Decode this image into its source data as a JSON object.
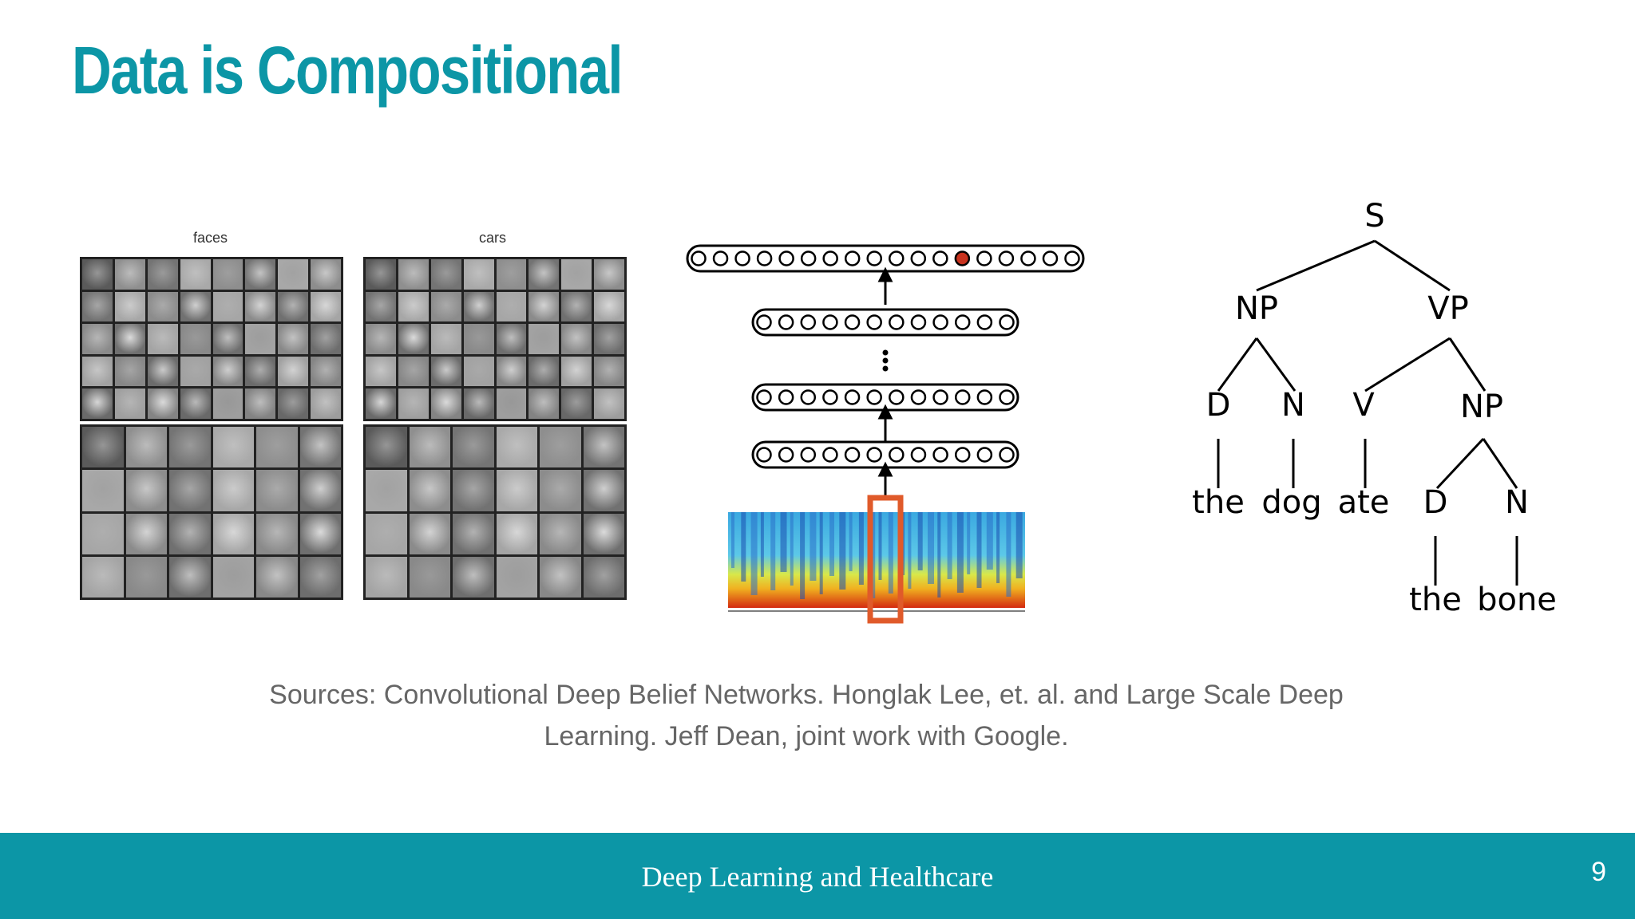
{
  "slide": {
    "title": "Data is Compositional",
    "sources": "Sources: Convolutional Deep Belief Networks. Honglak Lee, et. al. and Large Scale Deep Learning. Jeff Dean, joint work with Google.",
    "footer_text": "Deep Learning and Healthcare",
    "page_number": "9"
  },
  "figure_faces_cars": {
    "faces_label": "faces",
    "cars_label": "cars"
  },
  "parse_tree": {
    "root": "S",
    "np1": "NP",
    "vp": "VP",
    "d1": "D",
    "n1": "N",
    "v": "V",
    "np2": "NP",
    "w_the1": "the",
    "w_dog": "dog",
    "w_ate": "ate",
    "d2": "D",
    "n2": "N",
    "w_the2": "the",
    "w_bone": "bone"
  },
  "colors": {
    "accent": "#0c96a6",
    "footer": "#0c96a6",
    "active_unit": "#c8321e",
    "highlight_box": "#e05a2a"
  }
}
